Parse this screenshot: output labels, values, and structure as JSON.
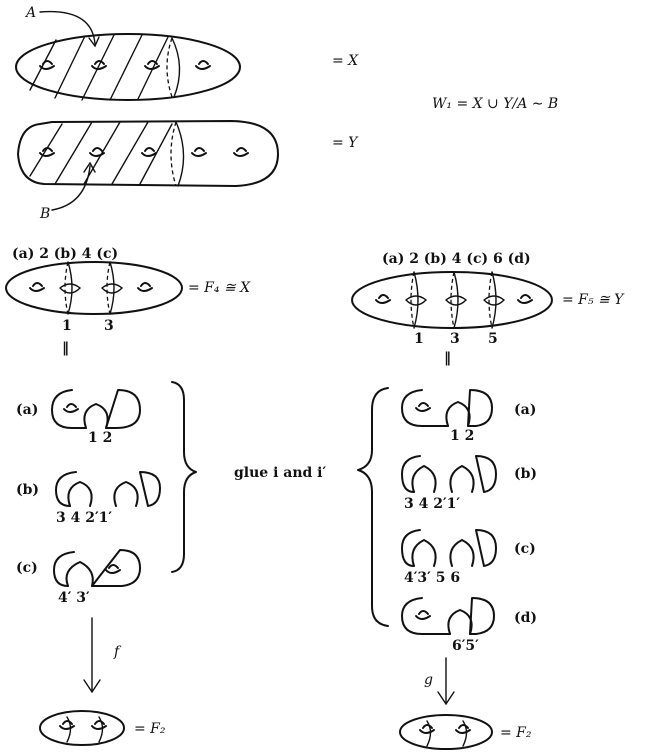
{
  "top": {
    "label_A": "A",
    "label_B": "B",
    "eq_X": "= X",
    "eq_Y": "= Y",
    "formula": "W₁ = X ∪ Y/A ∼ B"
  },
  "row2": {
    "left_top_labels": "(a)  2  (b)  4  (c)",
    "left_bottom_labels": [
      "1",
      "3"
    ],
    "left_eq": "= F₄ ≅ X",
    "right_top_labels": "(a)  2 (b) 4  (c)  6 (d)",
    "right_bottom_labels": [
      "1",
      "3",
      "5"
    ],
    "right_eq": "= F₅ ≅ Y",
    "equals_sign": "‖"
  },
  "glue_text": "glue  i  and  i′",
  "left_pieces": [
    {
      "tag": "(a)",
      "sub": "1 2"
    },
    {
      "tag": "(b)",
      "sub": "3 4   2′1′"
    },
    {
      "tag": "(c)",
      "sub": "4′ 3′"
    }
  ],
  "right_pieces": [
    {
      "tag": "(a)",
      "sub": "1 2"
    },
    {
      "tag": "(b)",
      "sub": "3 4   2′1′"
    },
    {
      "tag": "(c)",
      "sub": "4′3′   5 6"
    },
    {
      "tag": "(d)",
      "sub": "6′5′"
    }
  ],
  "maps": {
    "f": "f",
    "g": "g"
  },
  "bottom": {
    "left_eq": "= F₂",
    "right_eq": "= F₂"
  }
}
